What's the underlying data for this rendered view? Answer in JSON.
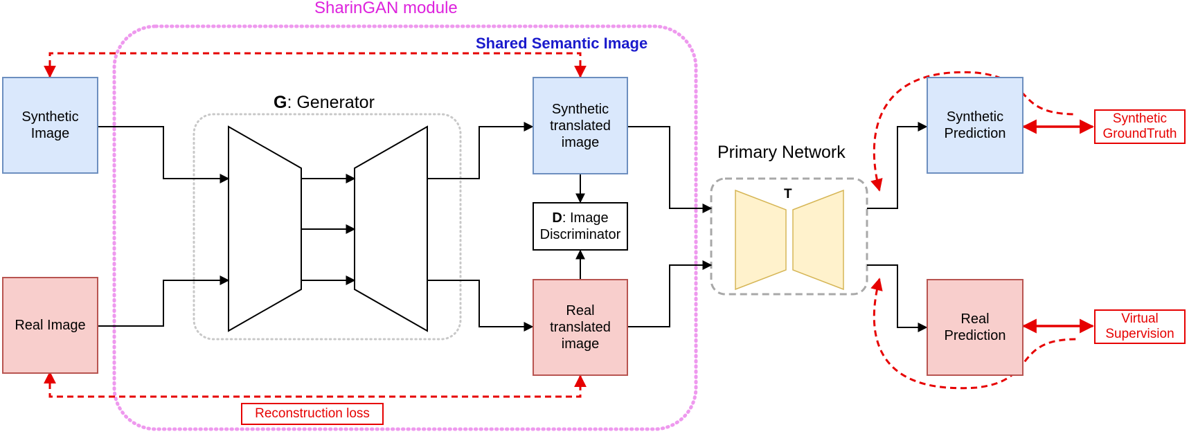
{
  "module_title": "SharinGAN module",
  "shared_semantic": "Shared Semantic Image",
  "generator": {
    "bold": "G",
    "rest": ": Generator"
  },
  "primary_network": "Primary Network",
  "t_label": "T",
  "boxes": {
    "synthetic_image": "Synthetic\nImage",
    "real_image": "Real Image",
    "synthetic_translated": "Synthetic\ntranslated\nimage",
    "real_translated": "Real\ntranslated\nimage",
    "discriminator_bold": "D",
    "discriminator_rest": ": Image\nDiscriminator",
    "synthetic_prediction": "Synthetic\nPrediction",
    "real_prediction": "Real\nPrediction",
    "synthetic_groundtruth": "Synthetic\nGroundTruth",
    "virtual_supervision": "Virtual\nSupervision",
    "reconstruction_loss": "Reconstruction loss"
  },
  "colors": {
    "module_border": "#ee99ee",
    "module_title": "#dd22dd",
    "shared_semantic": "#1a1acc",
    "loss_red": "#e60000",
    "blue_fill": "#dae8fc",
    "pink_fill": "#f8cecc",
    "decoder_fill": "#fff2cc"
  }
}
